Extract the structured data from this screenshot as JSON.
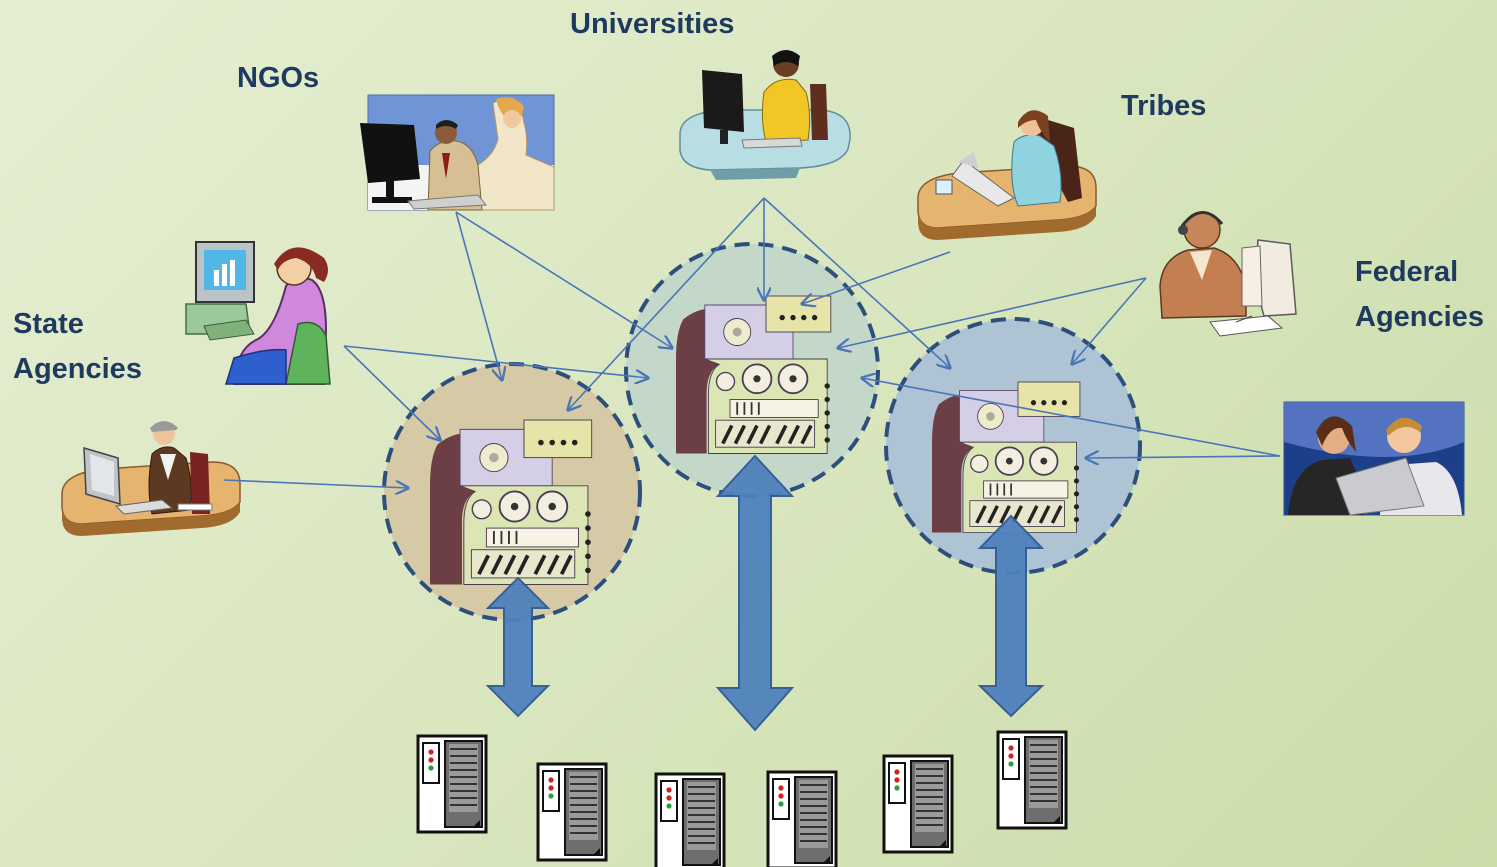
{
  "groups": {
    "universities": "Universities",
    "ngos": "NGOs",
    "tribes": "Tribes",
    "federal_line1": "Federal",
    "federal_line2": "Agencies",
    "state_line1": "State",
    "state_line2": "Agencies"
  },
  "colors": {
    "arrow_line": "#4a76b8",
    "circle_border": "#2c4f7c",
    "big_arrow": "#4f81bd",
    "label_text": "#1e3a5f"
  }
}
